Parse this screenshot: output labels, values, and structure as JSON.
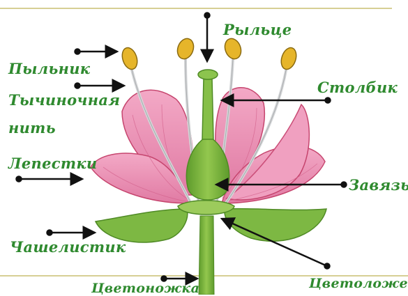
{
  "colors": {
    "label": "#2f8a2f",
    "frame_line": "#d6cf94",
    "arrow": "#111111",
    "petal_fill": "#ec8fb2",
    "petal_edge": "#c6456e",
    "pistil_green": "#79b53c",
    "anther_yellow": "#e6b52a",
    "filament": "#d5d7d9"
  },
  "labels": {
    "stigma": "Рыльце",
    "anther": "Пыльник",
    "filament_1": "Тычиночная",
    "filament_2": "нить",
    "style": "Столбик",
    "petals": "Лепестки",
    "ovary": "Завязь",
    "sepal": "Чашелистик",
    "receptacle": "Цветоложе",
    "pedicel": "Цветоножка"
  }
}
